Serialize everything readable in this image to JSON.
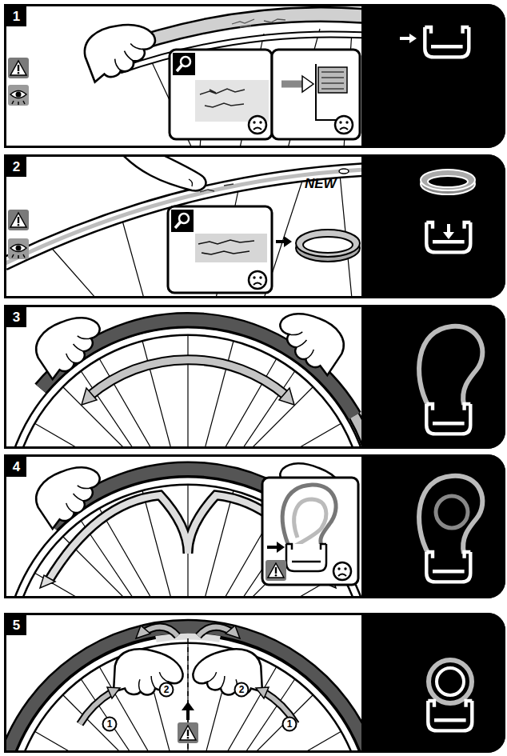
{
  "diagram": {
    "nodes": [
      {
        "text": [
          "1"
        ]
      },
      {
        "text": [
          "2"
        ]
      },
      {
        "text": [
          "3"
        ]
      },
      {
        "text": [
          "4"
        ]
      },
      {
        "text": [
          "5"
        ]
      },
      {
        "text": [
          "2"
        ],
        "in": 4
      },
      {
        "text": [
          "2"
        ],
        "in": 4
      },
      {
        "text": [
          "1"
        ],
        "in": 4
      },
      {
        "text": [
          "1"
        ],
        "in": 4
      }
    ],
    "labels": [
      "NEW"
    ]
  }
}
